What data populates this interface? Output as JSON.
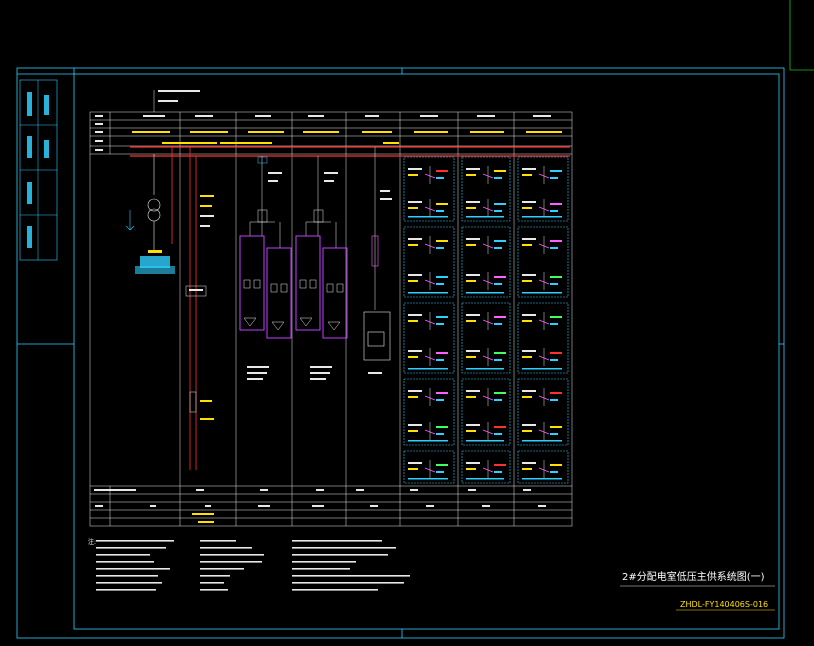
{
  "sheet_title": "2#分配电室低压主供系统图(一)",
  "drawing_no": "ZHDL-FY140406S-016",
  "notes_heading": "注:",
  "colors": {
    "background": "#000000",
    "frame": "#2fd0ff",
    "busbar": "#ff3030",
    "transformer_box": "#c040ff",
    "device": "#ff60ff",
    "text_main": "#ffffff",
    "text_yellow": "#ffe000",
    "sheet_corner": "#20c020"
  }
}
